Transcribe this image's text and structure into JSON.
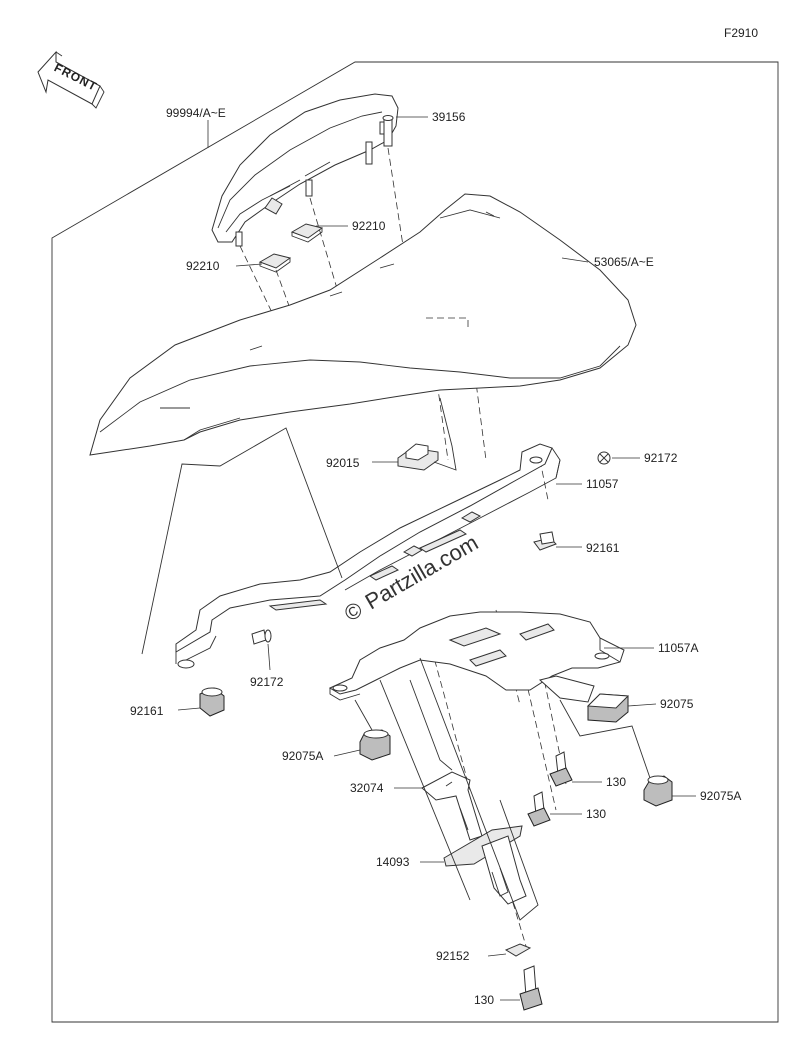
{
  "figure_code": "F2910",
  "front_arrow": {
    "label": "FRONT"
  },
  "watermark": {
    "symbol": "©",
    "text": "Partzilla.com"
  },
  "callouts": [
    {
      "id": "c1",
      "label": "99994/A~E"
    },
    {
      "id": "c2",
      "label": "39156"
    },
    {
      "id": "c3",
      "label": "92210"
    },
    {
      "id": "c4",
      "label": "92210"
    },
    {
      "id": "c5",
      "label": "53065/A~E"
    },
    {
      "id": "c6",
      "label": "92015"
    },
    {
      "id": "c7",
      "label": "92172"
    },
    {
      "id": "c8",
      "label": "11057"
    },
    {
      "id": "c9",
      "label": "92161"
    },
    {
      "id": "c10",
      "label": "11057A"
    },
    {
      "id": "c11",
      "label": "92172"
    },
    {
      "id": "c12",
      "label": "92161"
    },
    {
      "id": "c13",
      "label": "92075"
    },
    {
      "id": "c14",
      "label": "92075A"
    },
    {
      "id": "c15",
      "label": "32074"
    },
    {
      "id": "c16",
      "label": "130"
    },
    {
      "id": "c17",
      "label": "92075A"
    },
    {
      "id": "c18",
      "label": "130"
    },
    {
      "id": "c19",
      "label": "14093"
    },
    {
      "id": "c20",
      "label": "92152"
    },
    {
      "id": "c21",
      "label": "130"
    }
  ]
}
